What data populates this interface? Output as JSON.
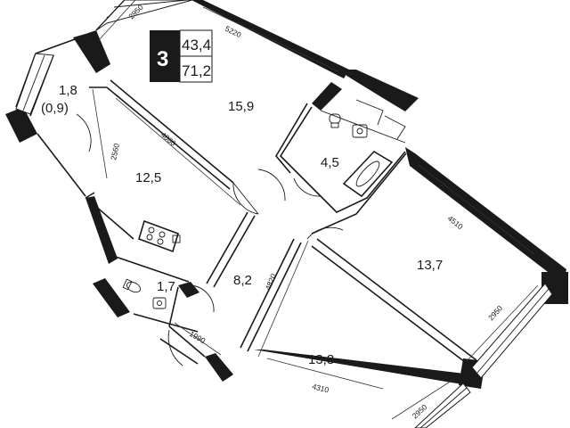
{
  "badge": {
    "rooms": "3",
    "living_area": "43,4",
    "total_area": "71,2"
  },
  "rooms": {
    "room_top": "15,9",
    "balcony": "1,8",
    "balcony_sub": "(0,9)",
    "kitchen": "12,5",
    "bathroom": "4,5",
    "wc": "1,7",
    "hall": "8,2",
    "bedroom_right": "13,7",
    "bedroom_bottom": "13,8"
  },
  "dimensions": {
    "d2950_top": "2950",
    "d5220": "5220",
    "d2560": "2560",
    "d4880": "4880",
    "d4510": "4510",
    "d2950_right": "2950",
    "d4820": "4820",
    "d1990": "1990",
    "d4310": "4310",
    "d2950_bottom": "2950"
  }
}
